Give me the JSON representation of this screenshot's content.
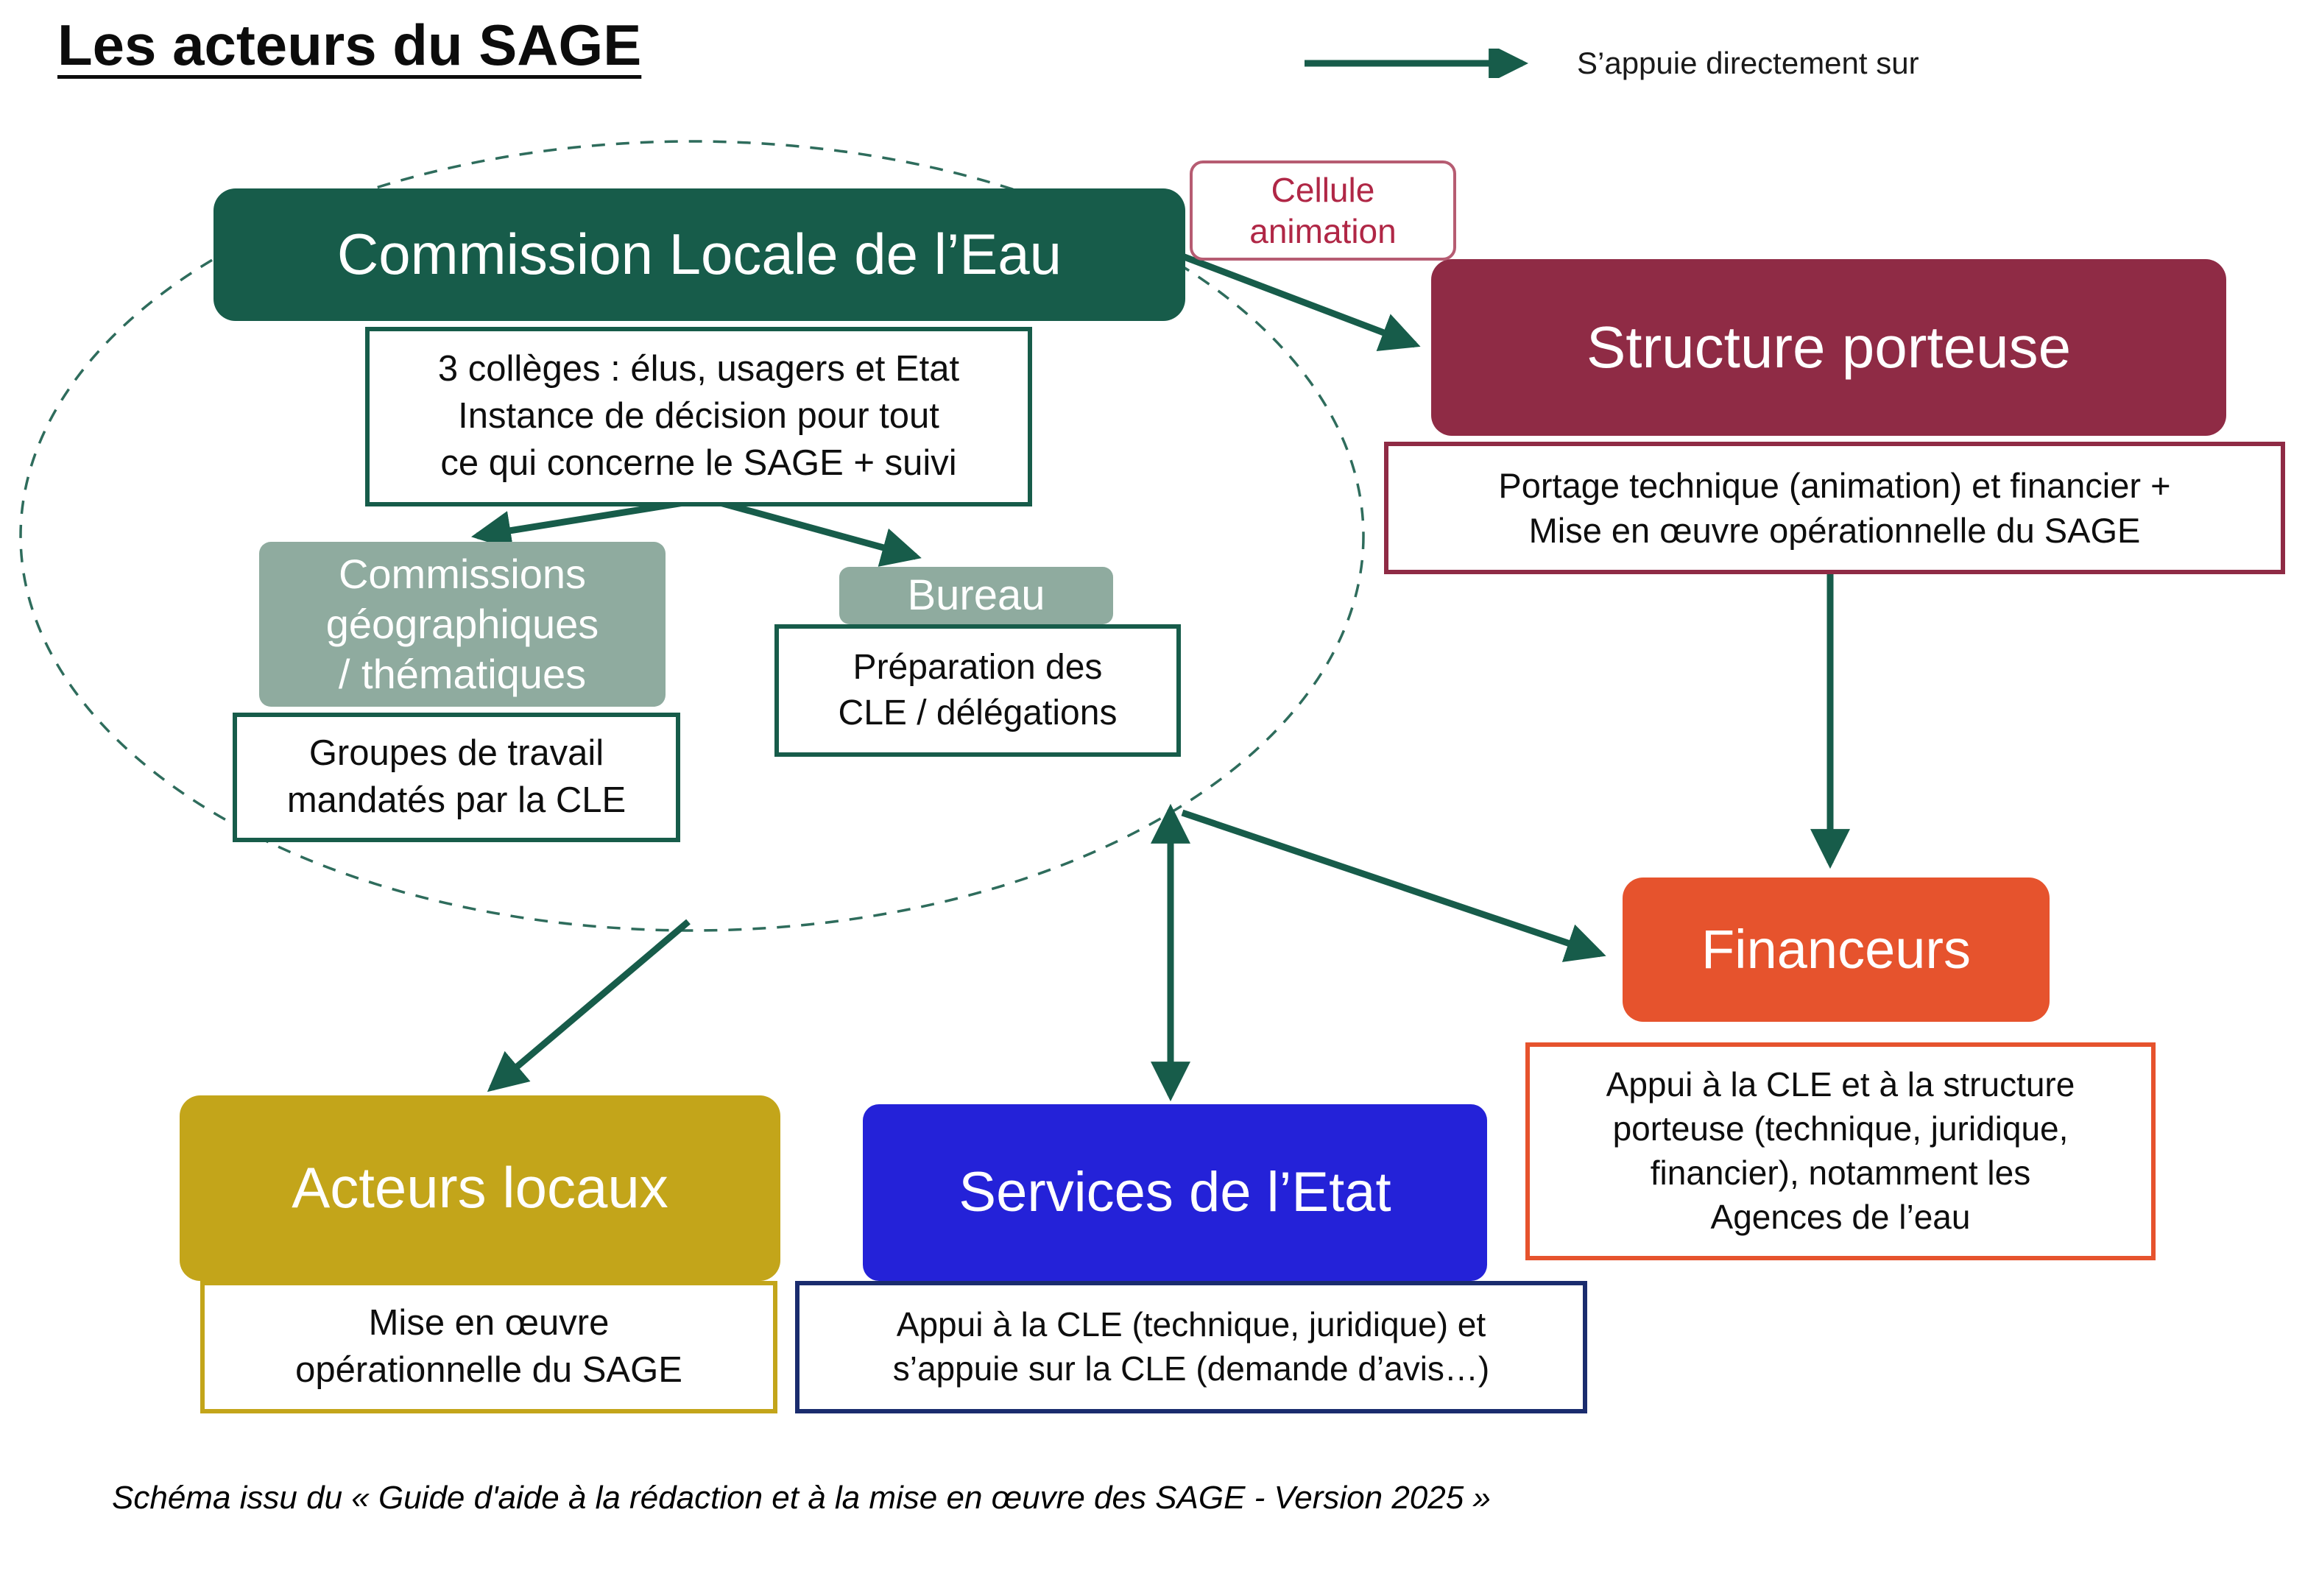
{
  "page": {
    "title": "Les acteurs du SAGE",
    "caption": "Schéma issu du « Guide d'aide à la rédaction et à la mise en œuvre des SAGE - Version 2025 »"
  },
  "legend": {
    "arrow_label": "S’appuie directement sur"
  },
  "nodes": {
    "cle": {
      "label": "Commission Locale de l’Eau",
      "description": "3 collèges : élus, usagers et Etat\nInstance de décision pour tout\nce qui concerne le SAGE + suivi"
    },
    "cellule_animation": {
      "label": "Cellule\nanimation"
    },
    "structure_porteuse": {
      "label": "Structure porteuse",
      "description": "Portage technique (animation) et financier +\nMise en œuvre opérationnelle du SAGE"
    },
    "commissions": {
      "label": "Commissions\ngéographiques\n/ thématiques",
      "description": "Groupes de travail\nmandatés par la CLE"
    },
    "bureau": {
      "label": "Bureau",
      "description": "Préparation des\nCLE / délégations"
    },
    "financeurs": {
      "label": "Financeurs",
      "description": "Appui à la CLE et à la structure\nporteuse (technique, juridique,\nfinancier), notamment les\nAgences de l’eau"
    },
    "acteurs_locaux": {
      "label": "Acteurs locaux",
      "description": "Mise en œuvre\nopérationnelle du SAGE"
    },
    "services_etat": {
      "label": "Services de l’Etat",
      "description": "Appui à la CLE (technique, juridique) et\ns’appuie sur la CLE (demande d’avis…)"
    }
  },
  "colors": {
    "dark_green": "#175c4a",
    "sage_green": "#8fab9f",
    "maroon": "#8f2b45",
    "orange": "#e6532d",
    "gold": "#c3a51a",
    "blue": "#2422d8",
    "navy": "#1a2c6e",
    "cellule_text": "#b02746",
    "cellule_border": "#b65c72"
  }
}
